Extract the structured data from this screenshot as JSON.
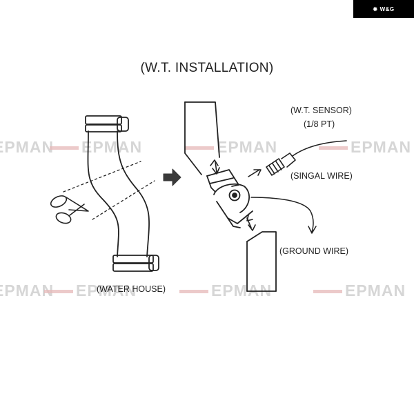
{
  "badge": {
    "logo_text": "W&G"
  },
  "title": "(W.T. INSTALLATION)",
  "labels": {
    "sensor": "(W.T. SENSOR)",
    "thread": "(1/8 PT)",
    "signal_wire": "(SINGAL WIRE)",
    "ground_wire": "(GROUND WIRE)",
    "water_house": "(WATER HOUSE)"
  },
  "watermark": {
    "text": "EPMAN"
  },
  "colors": {
    "line": "#222222",
    "watermark": "#c9c9c9",
    "badge_bg": "#000000"
  }
}
